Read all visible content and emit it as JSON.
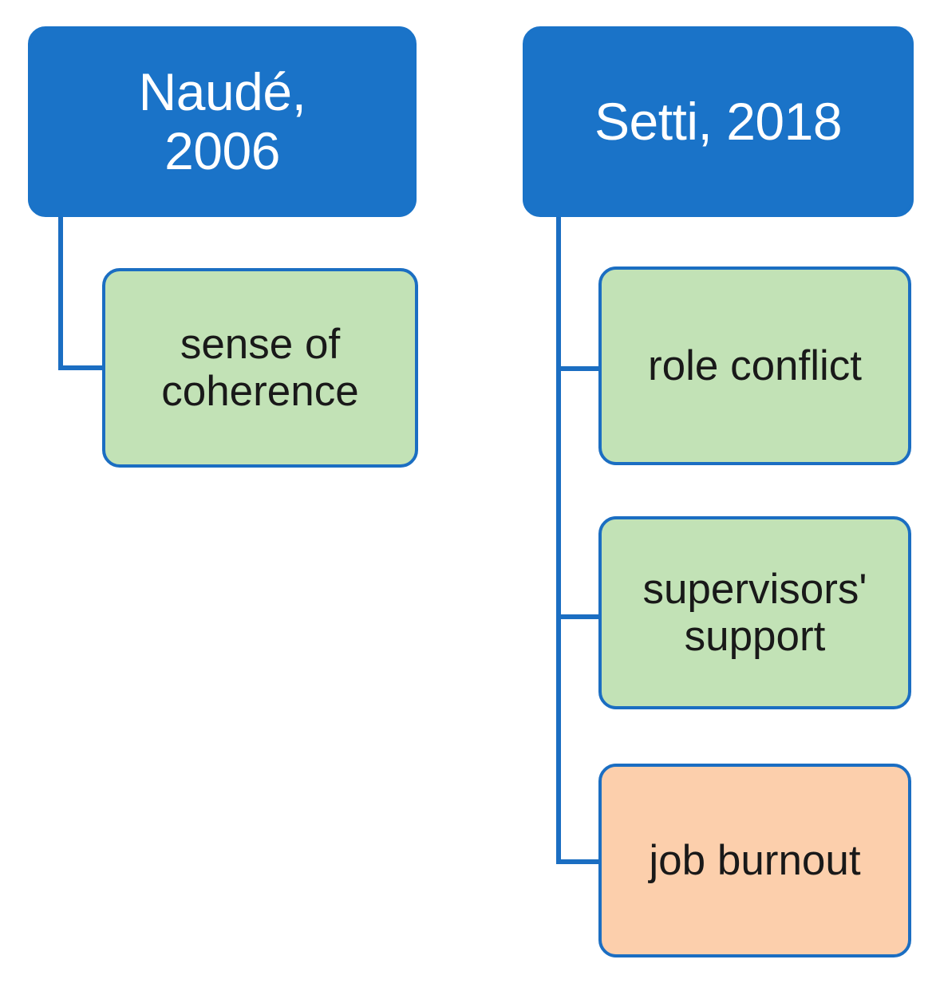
{
  "diagram": {
    "type": "tree-diagram",
    "background_color": "#ffffff",
    "palette": {
      "root_fill": "#1a73c8",
      "root_text": "#ffffff",
      "leaf_green_fill": "#c2e2b6",
      "leaf_orange_fill": "#fccfac",
      "leaf_text": "#191919",
      "border": "#1b6ec2",
      "connector": "#1b6ec2"
    },
    "branches": [
      {
        "id": "naude",
        "root": {
          "label": "Naudé,\n2006"
        },
        "children": [
          {
            "id": "sense-of-coherence",
            "label": "sense of\ncoherence",
            "variant": "green"
          }
        ]
      },
      {
        "id": "setti",
        "root": {
          "label": "Setti, 2018"
        },
        "children": [
          {
            "id": "role-conflict",
            "label": "role conflict",
            "variant": "green"
          },
          {
            "id": "supervisors-support",
            "label": "supervisors'\nsupport",
            "variant": "green"
          },
          {
            "id": "job-burnout",
            "label": "job burnout",
            "variant": "orange"
          }
        ]
      }
    ]
  }
}
